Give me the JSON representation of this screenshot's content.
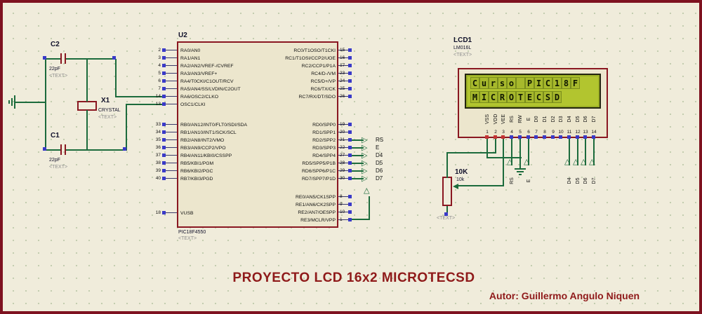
{
  "title": "PROYECTO LCD 16x2 MICROTECSD",
  "author": "Autor: Guillermo Angulo Niquen",
  "colors": {
    "canvas_bg": "#f0ecdb",
    "frame": "#7e1220",
    "wire": "#1c6b3c",
    "component_outline": "#8a1721",
    "lcd_screen": "#b2c52f",
    "lcd_text": "#101800",
    "caption": "#8f1a1a",
    "node_blue": "#3a3ac8",
    "node_red": "#c43333"
  },
  "capacitor_top": {
    "ref": "C2",
    "value": "22pF",
    "text": "<TEXT>"
  },
  "capacitor_bottom": {
    "ref": "C1",
    "value": "22pF",
    "text": "<TEXT>"
  },
  "crystal": {
    "ref": "X1",
    "part": "CRYSTAL",
    "text": "<TEXT>"
  },
  "pot": {
    "value": "10K",
    "model": "10k",
    "text": "<TEXT>"
  },
  "mcu": {
    "ref": "U2",
    "part": "PIC18F4550",
    "text": "<TEXT>",
    "left_groups": [
      [
        {
          "num": "2",
          "label": "RA0/AN0"
        },
        {
          "num": "3",
          "label": "RA1/AN1"
        },
        {
          "num": "4",
          "label": "RA2/AN2/VREF-/CVREF"
        },
        {
          "num": "5",
          "label": "RA3/AN3/VREF+"
        },
        {
          "num": "6",
          "label": "RA4/T0CKI/C1OUT/RCV"
        },
        {
          "num": "7",
          "label": "RA5/AN4/SS/LVDIN/C2OUT"
        },
        {
          "num": "14",
          "label": "RA6/OSC2/CLKO"
        },
        {
          "num": "13",
          "label": "OSC1/CLKI"
        }
      ],
      [
        {
          "num": "33",
          "label": "RB0/AN12/INT0/FLT0/SDI/SDA"
        },
        {
          "num": "34",
          "label": "RB1/AN10/INT1/SCK/SCL"
        },
        {
          "num": "35",
          "label": "RB2/AN8/INT2/VMO"
        },
        {
          "num": "36",
          "label": "RB3/AN9/CCP2/VPO"
        },
        {
          "num": "37",
          "label": "RB4/AN11/KBI0/CSSPP"
        },
        {
          "num": "38",
          "label": "RB5/KBI1/PGM"
        },
        {
          "num": "39",
          "label": "RB6/KBI2/PGC"
        },
        {
          "num": "40",
          "label": "RB7/KBI3/PGD"
        }
      ],
      [
        {
          "num": "18",
          "label": "VUSB"
        }
      ]
    ],
    "right_groups": [
      [
        {
          "num": "15",
          "label": "RC0/T1OSO/T1CKI"
        },
        {
          "num": "16",
          "label": "RC1/T1OSI/CCP2/UOE"
        },
        {
          "num": "17",
          "label": "RC2/CCP1/P1A"
        },
        {
          "num": "23",
          "label": "RC4/D-/VM"
        },
        {
          "num": "24",
          "label": "RC5/D+/VP"
        },
        {
          "num": "25",
          "label": "RC6/TX/CK"
        },
        {
          "num": "26",
          "label": "RC7/RX/DT/SDO"
        }
      ],
      [
        {
          "num": "19",
          "label": "RD0/SPP0"
        },
        {
          "num": "20",
          "label": "RD1/SPP1"
        },
        {
          "num": "21",
          "label": "RD2/SPP2"
        },
        {
          "num": "22",
          "label": "RD3/SPP3"
        },
        {
          "num": "27",
          "label": "RD4/SPP4"
        },
        {
          "num": "28",
          "label": "RD5/SPP5/P1B"
        },
        {
          "num": "29",
          "label": "RD6/SPP6/P1C"
        },
        {
          "num": "30",
          "label": "RD7/SPP7/P1D"
        }
      ],
      [
        {
          "num": "8",
          "label": "RE0/AN5/CK1SPP"
        },
        {
          "num": "9",
          "label": "RE1/AN6/CK2SPP"
        },
        {
          "num": "10",
          "label": "RE2/AN7/OESPP"
        },
        {
          "num": "1",
          "label": "RE3/MCLR/VPP"
        }
      ]
    ]
  },
  "mcu_terminals": [
    "RS",
    "E",
    "D4",
    "D5",
    "D6",
    "D7"
  ],
  "lcd": {
    "ref": "LCD1",
    "part": "LM016L",
    "text": "<TEXT>",
    "screen_lines": [
      "Curso PIC18F",
      "MICROTECSD"
    ],
    "pins": [
      {
        "num": "1",
        "name": "VSS"
      },
      {
        "num": "2",
        "name": "VDD"
      },
      {
        "num": "3",
        "name": "VEE"
      },
      {
        "num": "4",
        "name": "RS"
      },
      {
        "num": "5",
        "name": "RW"
      },
      {
        "num": "6",
        "name": "E"
      },
      {
        "num": "7",
        "name": "D0"
      },
      {
        "num": "8",
        "name": "D1"
      },
      {
        "num": "9",
        "name": "D2"
      },
      {
        "num": "10",
        "name": "D3"
      },
      {
        "num": "11",
        "name": "D4"
      },
      {
        "num": "12",
        "name": "D5"
      },
      {
        "num": "13",
        "name": "D6"
      },
      {
        "num": "14",
        "name": "D7"
      }
    ]
  },
  "lcd_terminals": [
    "RS",
    "E",
    "D4",
    "D5",
    "D6",
    "D7"
  ]
}
